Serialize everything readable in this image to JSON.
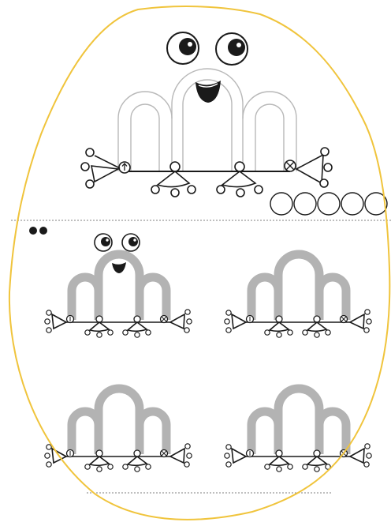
{
  "page": {
    "background": "#ffffff"
  },
  "colors": {
    "outline": "#f0c43c",
    "line": "#1a1a1a",
    "trace_thin": "#b8b8b8",
    "trace_thick": "#b3b3b3",
    "divider": "#7f7f7f"
  },
  "difficulty": {
    "dots": 2
  },
  "practice_circles": {
    "count": 5
  },
  "monster": {
    "arches": 3,
    "left_symbol": "arrow-up-icon",
    "right_symbol": "circle-x-icon"
  },
  "practice_grid": {
    "rows": 2,
    "cols": 2
  }
}
